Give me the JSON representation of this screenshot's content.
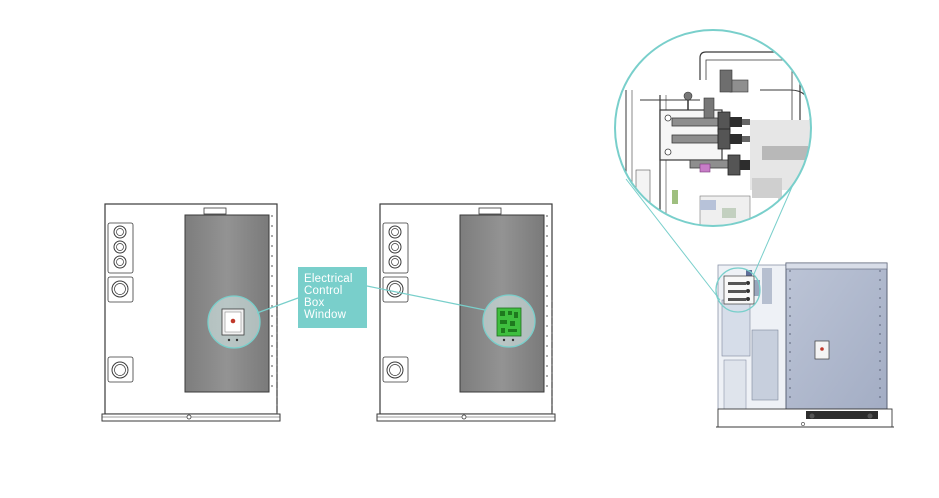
{
  "callout": {
    "lines": [
      "Electrical",
      "Control",
      "Box",
      "Window"
    ]
  },
  "colors": {
    "accent_teal": "#79cfcb",
    "outline": "#3a3a3a",
    "panel_gray": "#8a8a8a",
    "board_green": "#3fbf3f"
  },
  "figures": [
    {
      "name": "unit-front-closed",
      "window": "electrical-control-box-window"
    },
    {
      "name": "unit-front-open",
      "window": "control-board-visible"
    },
    {
      "name": "unit-side-internal",
      "detail": "valve-assembly-magnified"
    }
  ]
}
